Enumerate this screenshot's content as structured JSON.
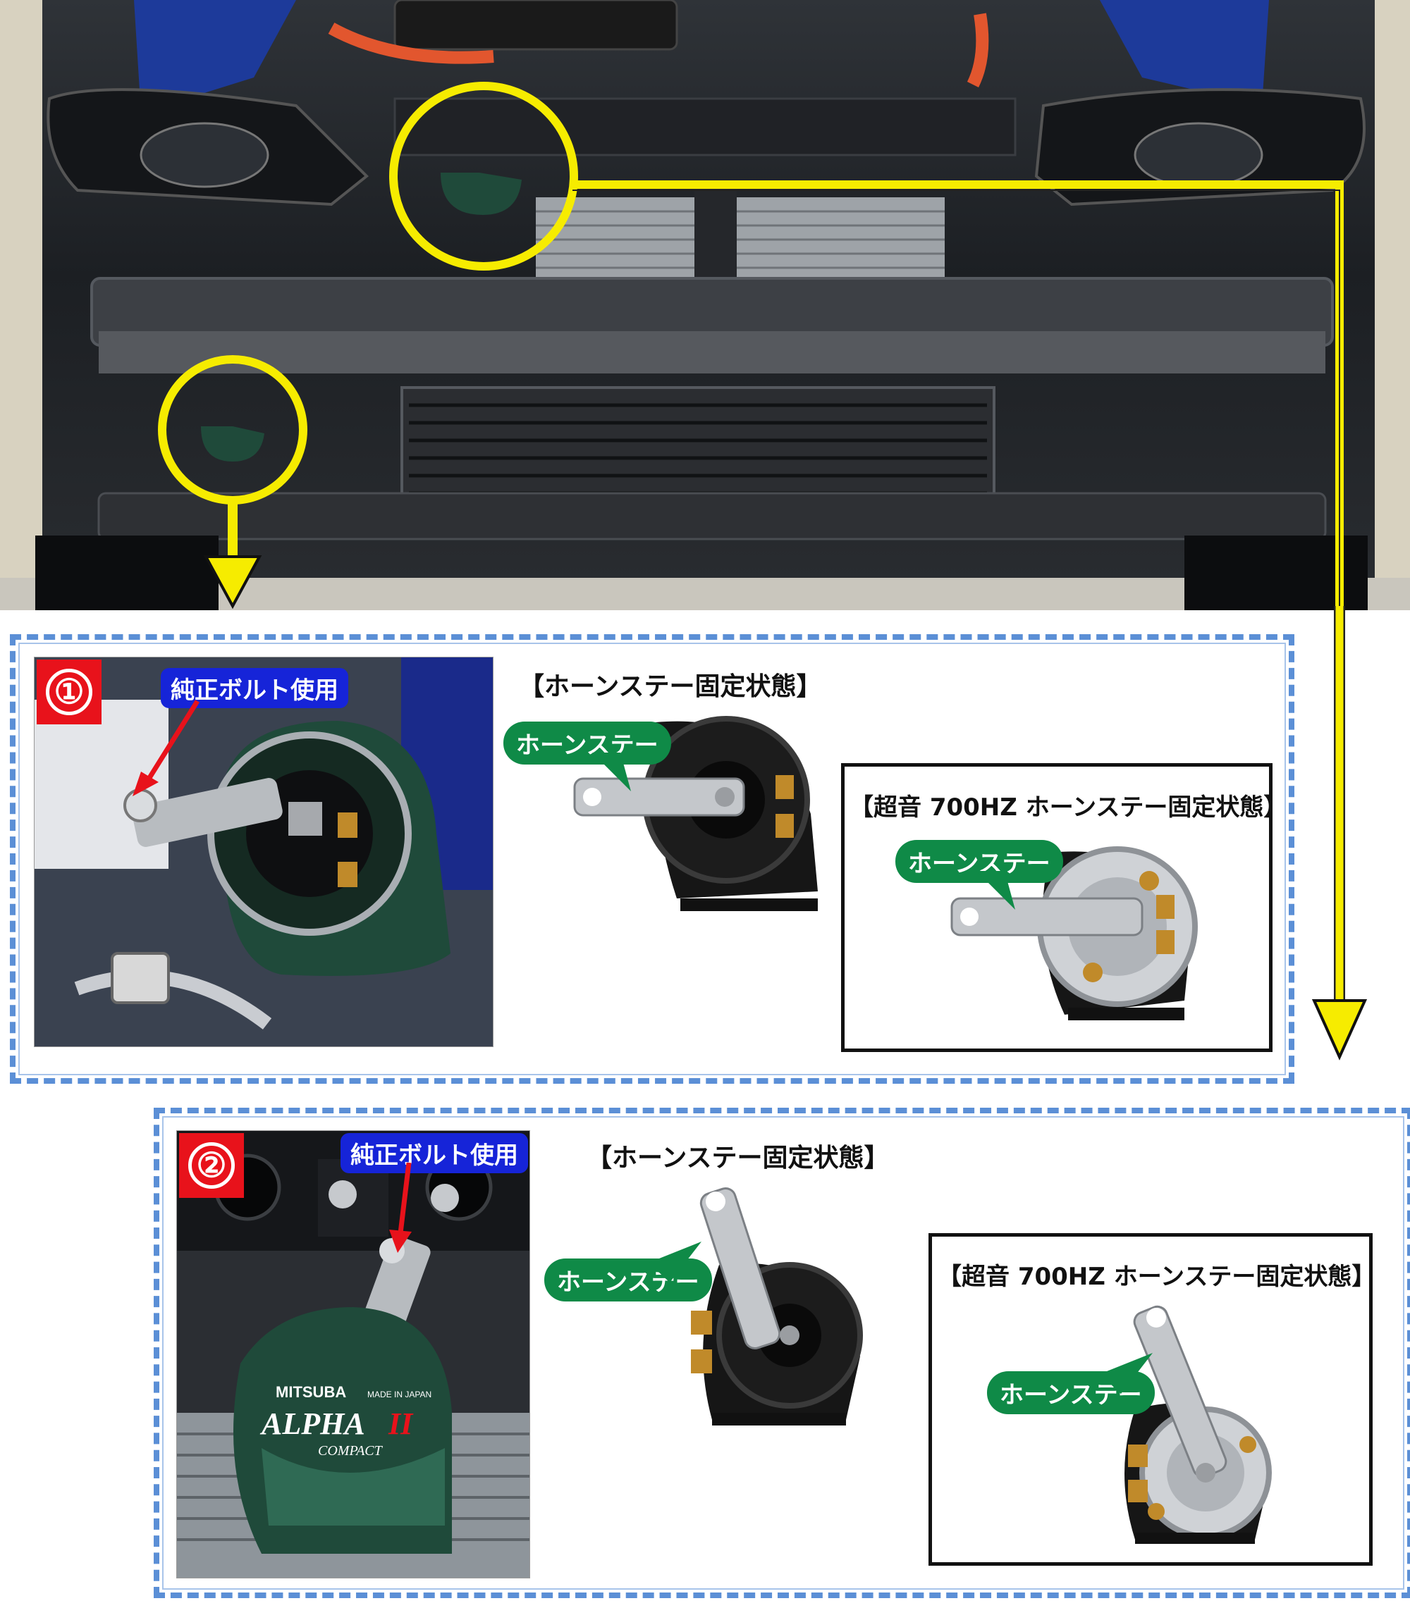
{
  "panel1": {
    "badge": "①",
    "bolt_label": "純正ボルト使用",
    "stay_title": "【ホーンステー固定状態】",
    "stay_label": "ホーンステー",
    "box_title": "【超音 700HZ ホーンステー固定状態】",
    "box_stay_label": "ホーンステー"
  },
  "panel2": {
    "badge": "②",
    "bolt_label": "純正ボルト使用",
    "stay_title": "【ホーンステー固定状態】",
    "stay_label": "ホーンステー",
    "box_title": "【超音 700HZ ホーンステー固定状態】",
    "box_stay_label": "ホーンステー"
  },
  "horn_print": {
    "brand": "MITSUBA",
    "made_in": "MADE IN JAPAN",
    "model": "ALPHA",
    "model_suffix": "II",
    "compact": "COMPACT"
  },
  "colors": {
    "callout_yellow": "#f6ec00",
    "panel_border": "#5b8fd6",
    "badge_red": "#e8121b",
    "bolt_tag_blue": "#1624d8",
    "stay_tag_green": "#0f8a47",
    "horn_green": "#1f4a3a"
  }
}
